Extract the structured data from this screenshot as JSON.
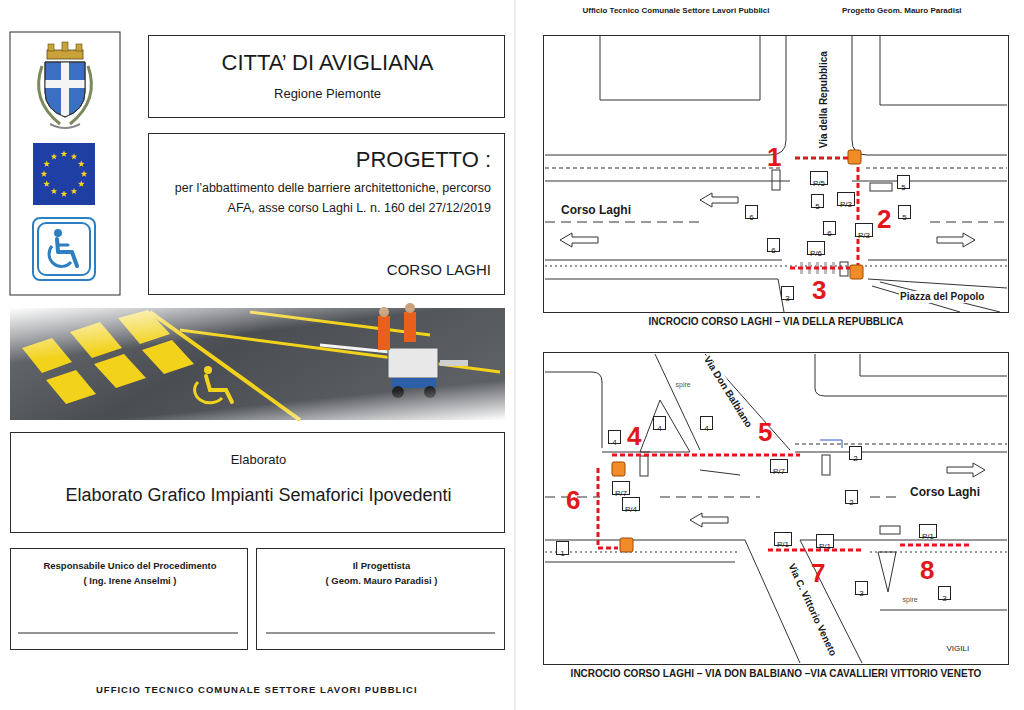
{
  "diagram": {
    "nodes": [
      {
        "text": [
          "CITTA’ DI AVIGLIANA",
          "Regione Piemonte"
        ]
      },
      {
        "text": [
          "PROGETTO :",
          "per l’abbattimento delle barriere architettoniche, percorso AFA, asse corso Laghi L. n. 160 del 27/12/2019",
          "CORSO LAGHI"
        ]
      },
      {
        "text": [
          "Elaborato",
          "Elaborato Grafico Impianti Semaforici Ipovedenti"
        ]
      },
      {
        "text": [
          "Responsabile Unico del Procedimento",
          "( Ing. Irene Anselmi )"
        ]
      },
      {
        "text": [
          "Il Progettista",
          "( Geom. Mauro Paradisi )"
        ]
      },
      {
        "text": [
          "INCROCIO CORSO LAGHI – VIA DELLA REPUBBLICA"
        ]
      },
      {
        "text": [
          "P/5"
        ],
        "in": 5
      },
      {
        "text": [
          "5"
        ],
        "in": 5
      },
      {
        "text": [
          "P/3"
        ],
        "in": 5
      },
      {
        "text": [
          "5"
        ],
        "in": 5
      },
      {
        "text": [
          "6"
        ],
        "in": 5
      },
      {
        "text": [
          "5"
        ],
        "in": 5
      },
      {
        "text": [
          "6"
        ],
        "in": 5
      },
      {
        "text": [
          "P/3"
        ],
        "in": 5
      },
      {
        "text": [
          "6"
        ],
        "in": 5
      },
      {
        "text": [
          "P/6"
        ],
        "in": 5
      },
      {
        "text": [
          "3"
        ],
        "in": 5
      },
      {
        "text": [
          "INCROCIO CORSO LAGHI – VIA DON BALBIANO –VIA CAVALLIERI VITTORIO VENETO"
        ]
      },
      {
        "text": [
          "4"
        ],
        "in": 17
      },
      {
        "text": [
          "4"
        ],
        "in": 17
      },
      {
        "text": [
          "4"
        ],
        "in": 17
      },
      {
        "text": [
          "2"
        ],
        "in": 17
      },
      {
        "text": [
          "P/7"
        ],
        "in": 17
      },
      {
        "text": [
          "2"
        ],
        "in": 17
      },
      {
        "text": [
          "P/7"
        ],
        "in": 17
      },
      {
        "text": [
          "P/4"
        ],
        "in": 17
      },
      {
        "text": [
          "1"
        ],
        "in": 17
      },
      {
        "text": [
          "P/1"
        ],
        "in": 17
      },
      {
        "text": [
          "P/1"
        ],
        "in": 17
      },
      {
        "text": [
          "P/1"
        ],
        "in": 17
      },
      {
        "text": [
          "3"
        ],
        "in": 17
      },
      {
        "text": [
          "3"
        ],
        "in": 17
      }
    ],
    "labels": [
      "Ufficio Tecnico Comunale Settore Lavori Pubblici",
      "Progetto Geom. Mauro Paradisi",
      "UFFICIO TECNICO COMUNALE SETTORE LAVORI PUBBLICI",
      "Via della Repubblica",
      "1",
      "2",
      "Corso Laghi",
      "3",
      "Piazza del Popolo",
      "Via Don Balbiano",
      "4",
      "5",
      "6",
      "Corso Laghi",
      "7",
      "8",
      "Via C. Vittorio Veneto",
      "VIGILI",
      "spire",
      "spire"
    ]
  }
}
